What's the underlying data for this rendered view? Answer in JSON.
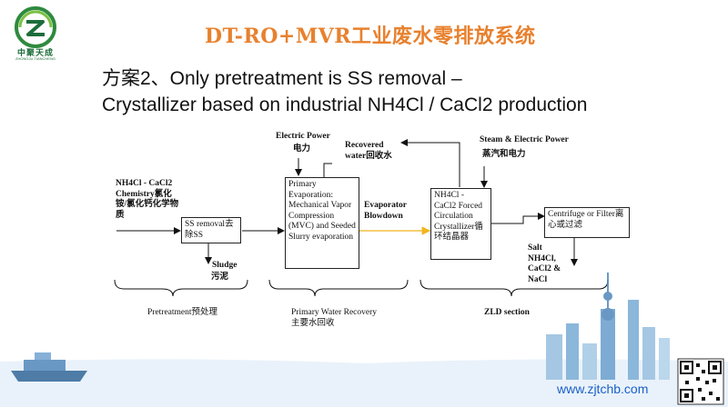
{
  "logo": {
    "name": "中聚天成",
    "sub": "ZHONGJU TIANCHENG"
  },
  "banner": "DT-RO+MVR工业废水零排放系统",
  "heading": {
    "line1": "方案2、Only pretreatment is SS removal –",
    "line2": "Crystallizer based on industrial NH4Cl / CaCl2 production"
  },
  "diagram": {
    "feed": "NH4Cl - CaCl2 Chemistry氯化铵/氯化钙化学物质",
    "ss_box": "SS removal去除SS",
    "sludge": "Sludge",
    "sludge_cn": "污泥",
    "electric_power": "Electric Power",
    "electric_power_cn": "电力",
    "recovered_water": "Recovered water回收水",
    "evap_box": "Primary Evaporation: Mechanical Vapor Compression (MVC) and Seeded Slurry evaporation",
    "blowdown": "Evaporator Blowdown",
    "steam_power": "Steam & Electric Power",
    "steam_power_cn": "蒸汽和电力",
    "cryst_box": "NH4Cl - CaCl2 Forced Circulation Crystallizer循环结晶器",
    "centrifuge_box": "Centrifuge or Filter离心或过滤",
    "salt": "Salt NH4Cl, CaCl2 & NaCl",
    "section_pre": "Pretreatment预处理",
    "section_primary": "Primary Water Recovery",
    "section_primary_cn": "主要水回收",
    "section_zld": "ZLD section"
  },
  "colors": {
    "banner": "#e8812e",
    "blowdown_arrow": "#f2b51c",
    "website": "#1a5fc8",
    "logo": "#1d6d3a"
  },
  "website": "www.zjtchb.com"
}
